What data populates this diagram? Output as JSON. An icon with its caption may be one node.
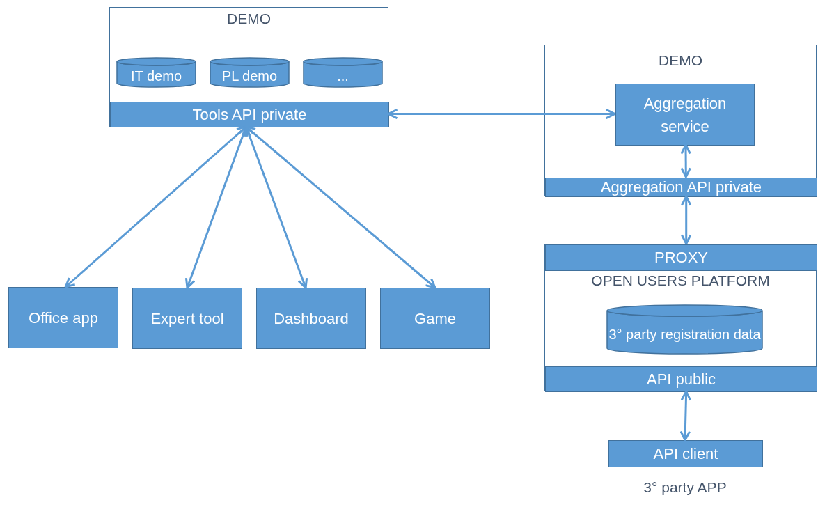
{
  "diagram": {
    "nodes": [
      {
        "text": [
          "DEMO"
        ]
      },
      {
        "text": [
          "IT demo"
        ],
        "in": 0
      },
      {
        "text": [
          "PL demo"
        ],
        "in": 0
      },
      {
        "text": [
          "..."
        ],
        "in": 0
      },
      {
        "text": [
          "Tools API private"
        ],
        "in": 0
      },
      {
        "text": [
          "DEMO"
        ]
      },
      {
        "text": [
          "Aggregation service"
        ],
        "in": 5
      },
      {
        "text": [
          "Aggregation API private"
        ],
        "in": 5
      },
      {
        "text": [
          "OPEN USERS PLATFORM"
        ]
      },
      {
        "text": [
          "PROXY"
        ],
        "in": 8
      },
      {
        "text": [
          "3° party registration data"
        ],
        "in": 8
      },
      {
        "text": [
          "API public"
        ],
        "in": 8
      },
      {
        "text": [
          "3° party APP"
        ]
      },
      {
        "text": [
          "API client"
        ],
        "in": 12
      },
      {
        "text": [
          "Office app"
        ]
      },
      {
        "text": [
          "Expert tool"
        ]
      },
      {
        "text": [
          "Dashboard"
        ]
      },
      {
        "text": [
          "Game"
        ]
      }
    ],
    "edges": [
      {
        "from": 4,
        "to": 6,
        "arrow": "both"
      },
      {
        "from": 4,
        "to": 14,
        "arrow": "both"
      },
      {
        "from": 4,
        "to": 15,
        "arrow": "both"
      },
      {
        "from": 4,
        "to": 16,
        "arrow": "both"
      },
      {
        "from": 4,
        "to": 17,
        "arrow": "both"
      },
      {
        "from": 6,
        "to": 7,
        "arrow": "both"
      },
      {
        "from": 7,
        "to": 9,
        "arrow": "both"
      },
      {
        "from": 11,
        "to": 13,
        "arrow": "both"
      }
    ]
  }
}
